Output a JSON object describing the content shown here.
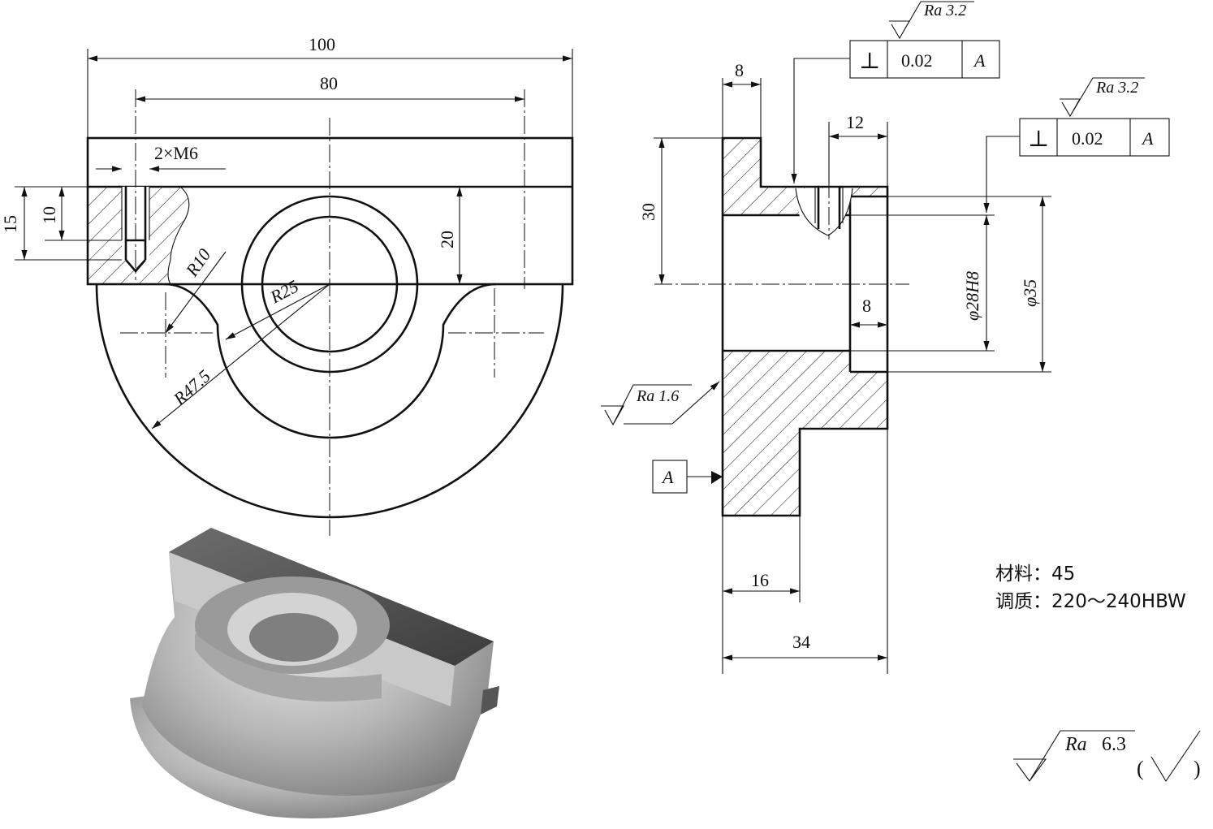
{
  "front_view": {
    "dims": {
      "width_overall": "100",
      "hole_spacing": "80",
      "thread": "2×M6",
      "height_15": "15",
      "height_10": "10",
      "depth_20": "20",
      "r10": "R10",
      "r25": "R25",
      "r47_5": "R47.5"
    }
  },
  "section_view": {
    "dims": {
      "flange_8": "8",
      "slot_12": "12",
      "height_30": "30",
      "bore_fit": "φ28H8",
      "outer_dia": "φ35",
      "bore_depth_8": "8",
      "length_16": "16",
      "length_34": "34"
    },
    "surface_finish": {
      "top": "Ra 3.2",
      "right": "Ra 3.2",
      "left": "Ra 1.6"
    },
    "tolerance_frames": [
      {
        "symbol": "⊥",
        "value": "0.02",
        "datum": "A"
      },
      {
        "symbol": "⊥",
        "value": "0.02",
        "datum": "A"
      }
    ],
    "datum_label": "A"
  },
  "notes": {
    "material": "材料：45",
    "treatment": "调质：220～240HBW"
  },
  "general_finish": {
    "ra_label": "Ra",
    "ra_value": "6.3",
    "paren_open": "(",
    "paren_close": ")"
  }
}
